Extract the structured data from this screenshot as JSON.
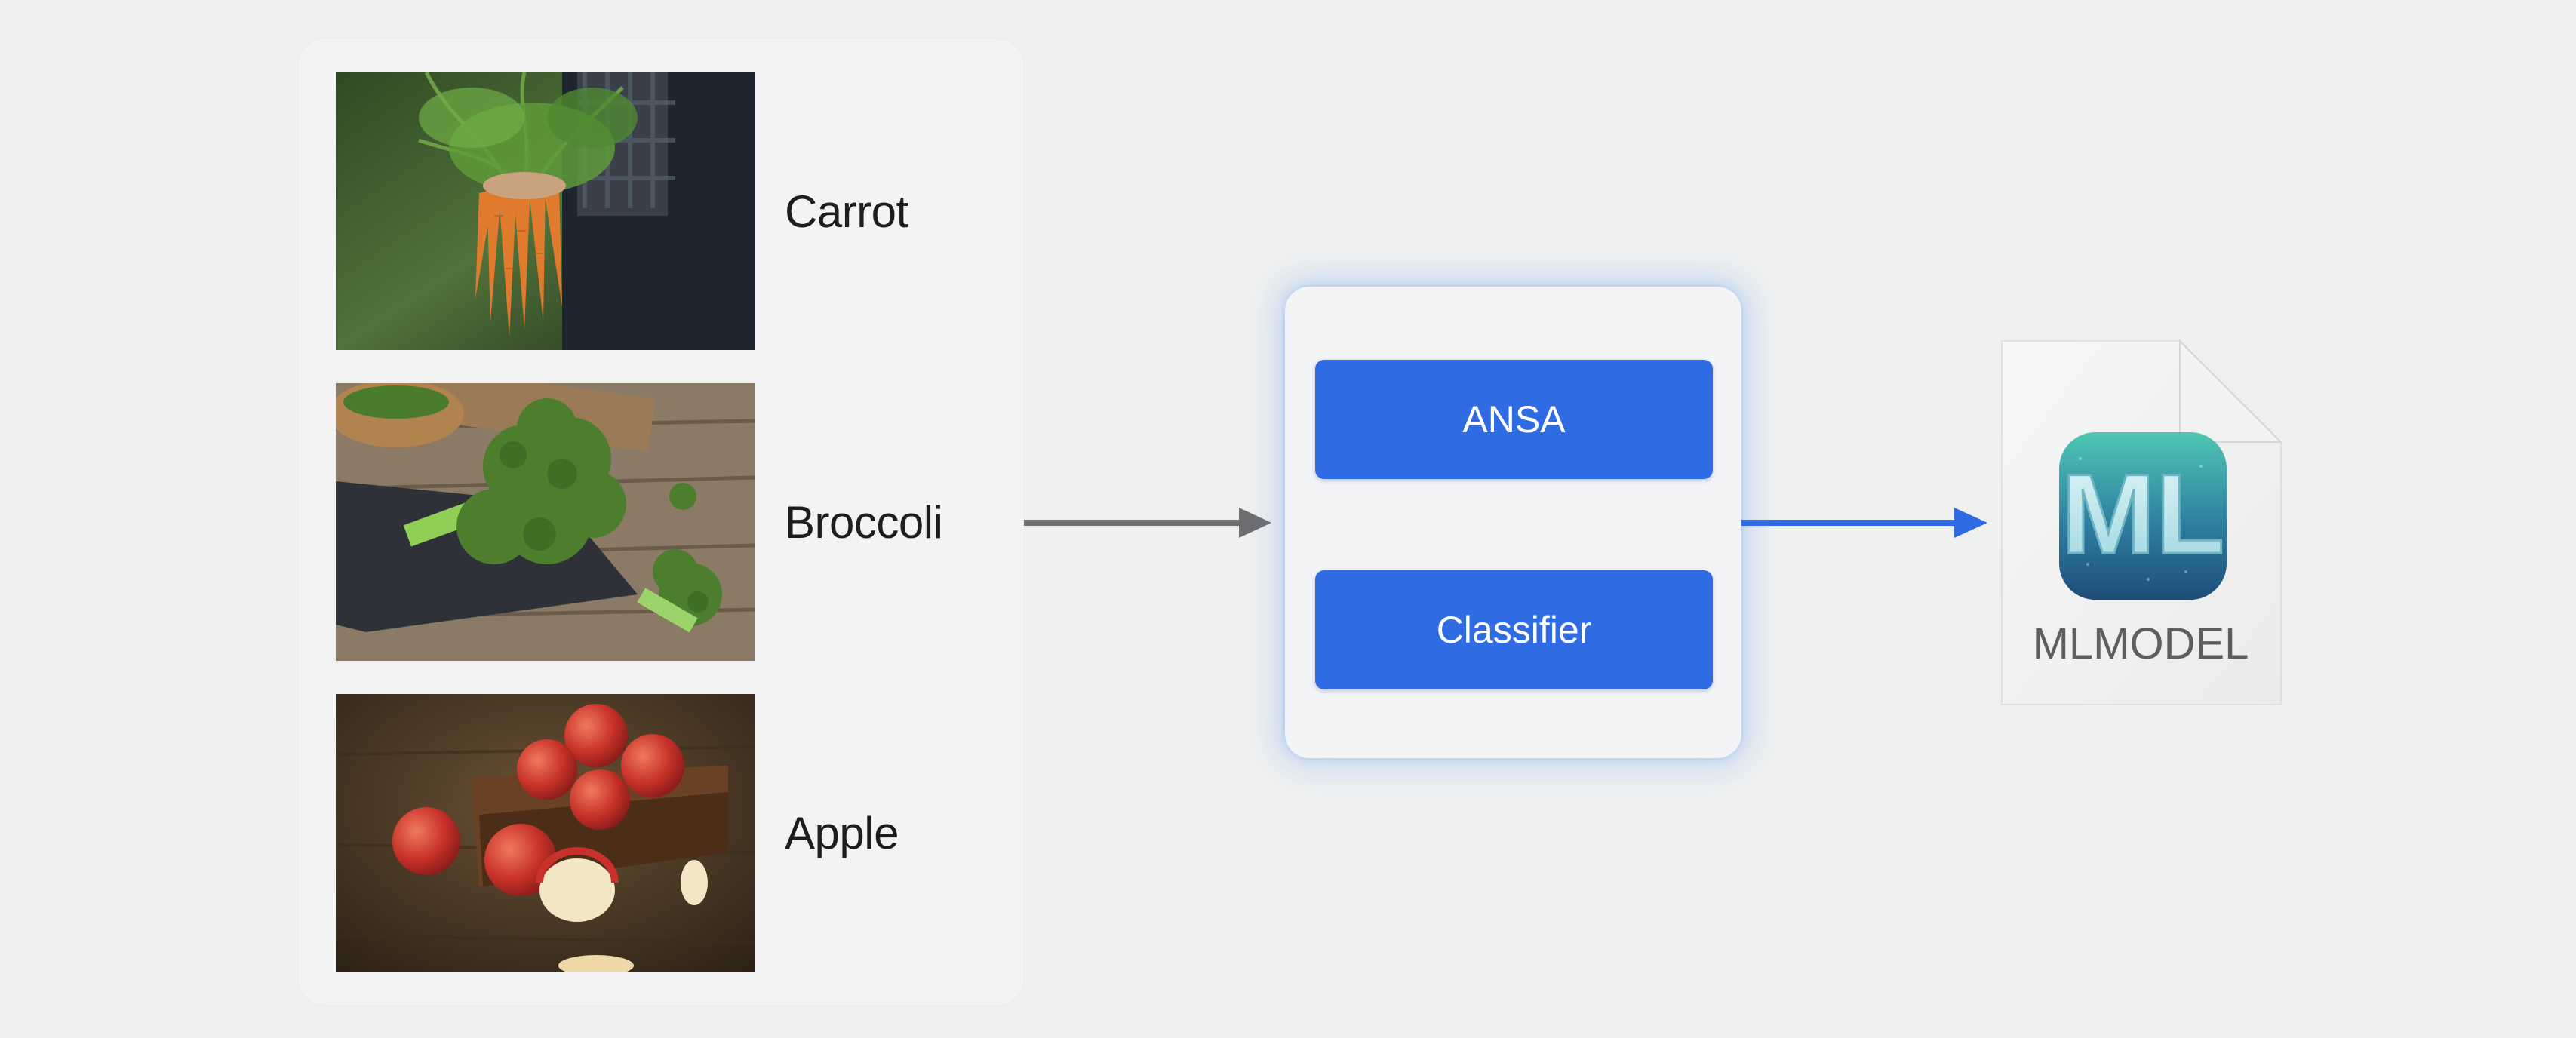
{
  "samples": [
    {
      "label": "Carrot",
      "image": "carrot-photo"
    },
    {
      "label": "Broccoli",
      "image": "broccoli-photo"
    },
    {
      "label": "Apple",
      "image": "apple-photo"
    }
  ],
  "model": {
    "components": [
      "ANSA",
      "Classifier"
    ]
  },
  "output": {
    "file_caption": "MLMODEL",
    "icon_text": "ML",
    "icon": "mlmodel-file-icon"
  },
  "colors": {
    "background": "#eff0f0",
    "panel": "#f3f3f3",
    "button": "#2f6be2",
    "gray_arrow": "#6e6e70",
    "blue_arrow": "#2f6be2",
    "glow": "#468cf5"
  }
}
